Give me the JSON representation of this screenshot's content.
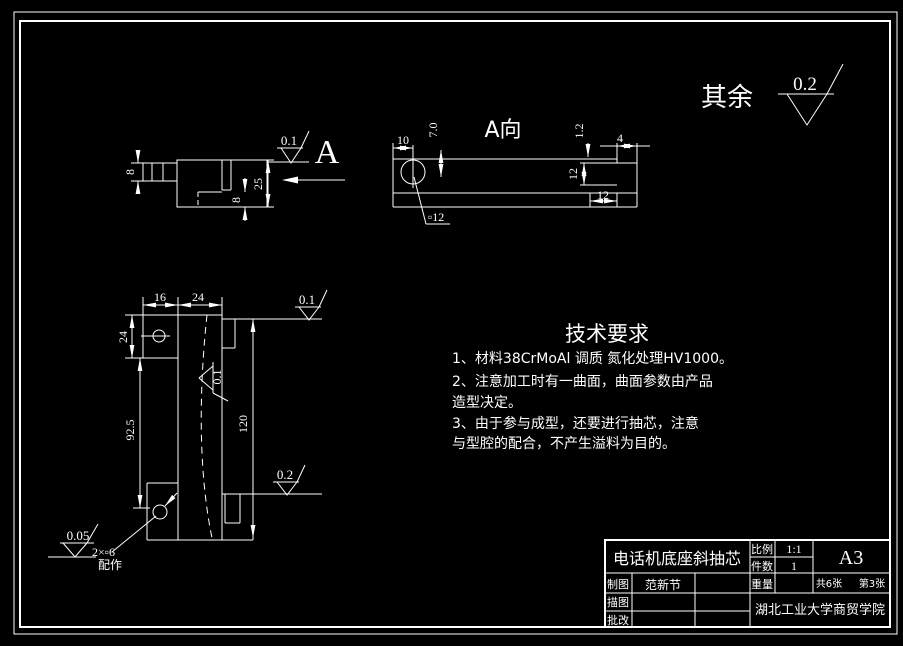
{
  "colors": {
    "background": "#000000",
    "line": "#ffffff"
  },
  "general_note": {
    "label": "其余",
    "value": "0.2"
  },
  "side_view": {
    "label_a": "A",
    "dim_pin_height": "8",
    "dim_body_height": "25",
    "dim_step_height": "8",
    "roughness": "0.1"
  },
  "a_view": {
    "title": "A向",
    "dim_hole_x": "10",
    "dim_hole_y": "7.0",
    "dim_edge": "1.2",
    "dim_step_width": "4",
    "dim_right_height": "12",
    "dim_bottom_width": "12",
    "hole_label": "▫12"
  },
  "front_view": {
    "dim_w1": "16",
    "dim_w2": "24",
    "dim_h1": "24",
    "dim_h2": "92.5",
    "dim_total": "120",
    "rough_top": "0.1",
    "rough_curve": "0.1",
    "rough_bottom": "0.2",
    "rough_holes": "0.05",
    "holes_label": "2×▫6",
    "holes_note": "配作"
  },
  "tech_requirements": {
    "title": "技术要求",
    "lines": [
      "1、材料38CrMoAl 调质 氮化处理HV1000。",
      "2、注意加工时有一曲面，曲面参数由产品",
      "造型决定。",
      "3、由于参与成型，还要进行抽芯，注意",
      "与型腔的配合，不产生溢料为目的。"
    ]
  },
  "title_block": {
    "part_name": "电话机底座斜抽芯",
    "scale_label": "比例",
    "scale_value": "1:1",
    "qty_label": "件数",
    "qty_value": "1",
    "sheet_size": "A3",
    "weight_label": "重量",
    "drawn_label": "制图",
    "drawn_by": "范新节",
    "traced_label": "描图",
    "revised_label": "批改",
    "sheets_total": "共6张",
    "sheet_number": "第3张",
    "organization": "湖北工业大学商贸学院"
  }
}
